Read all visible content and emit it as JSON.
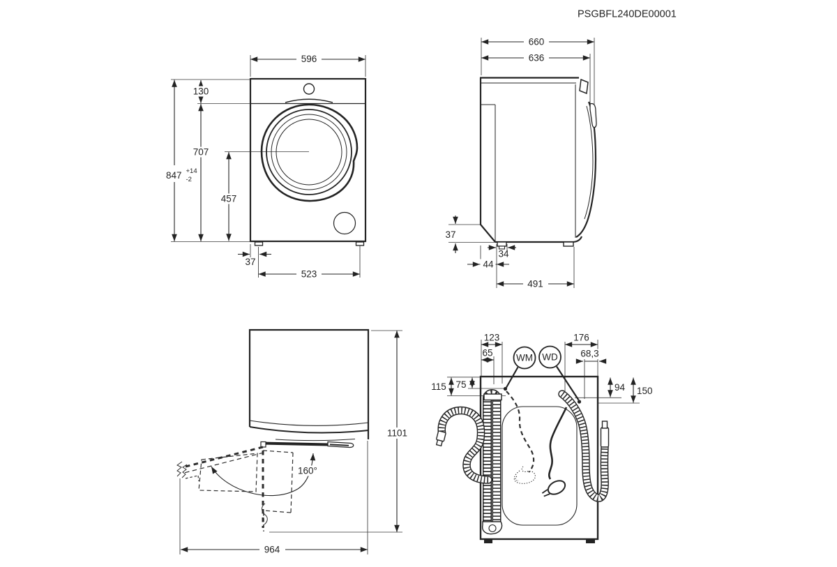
{
  "title": "PSGBFL240DE00001",
  "front_view": {
    "width": "596",
    "panel_height": "130",
    "height": "847",
    "height_tol_plus": "+14",
    "height_tol_minus": "-2",
    "door_top_height": "707",
    "door_center_height": "457",
    "foot_inset": "37",
    "feet_spacing": "523"
  },
  "side_view": {
    "depth_total": "660",
    "depth_body": "636",
    "plinth_height": "37",
    "foot_width": "34",
    "rear_foot_inset": "44",
    "feet_spacing": "491"
  },
  "door_view": {
    "opening_angle": "160°",
    "depth_door_open": "1101",
    "width_door_open": "964"
  },
  "rear_view": {
    "wm_hose_x": "123",
    "drain_hose_x": "65",
    "wm_label": "WM",
    "wd_label": "WD",
    "wd_hose_x": "176",
    "wd_hose_x2": "68,3",
    "drain_hose_y": "115",
    "wm_hose_y": "75",
    "wd_hose_y": "94",
    "wd_hose_y2": "150"
  },
  "colors": {
    "line": "#232323"
  }
}
